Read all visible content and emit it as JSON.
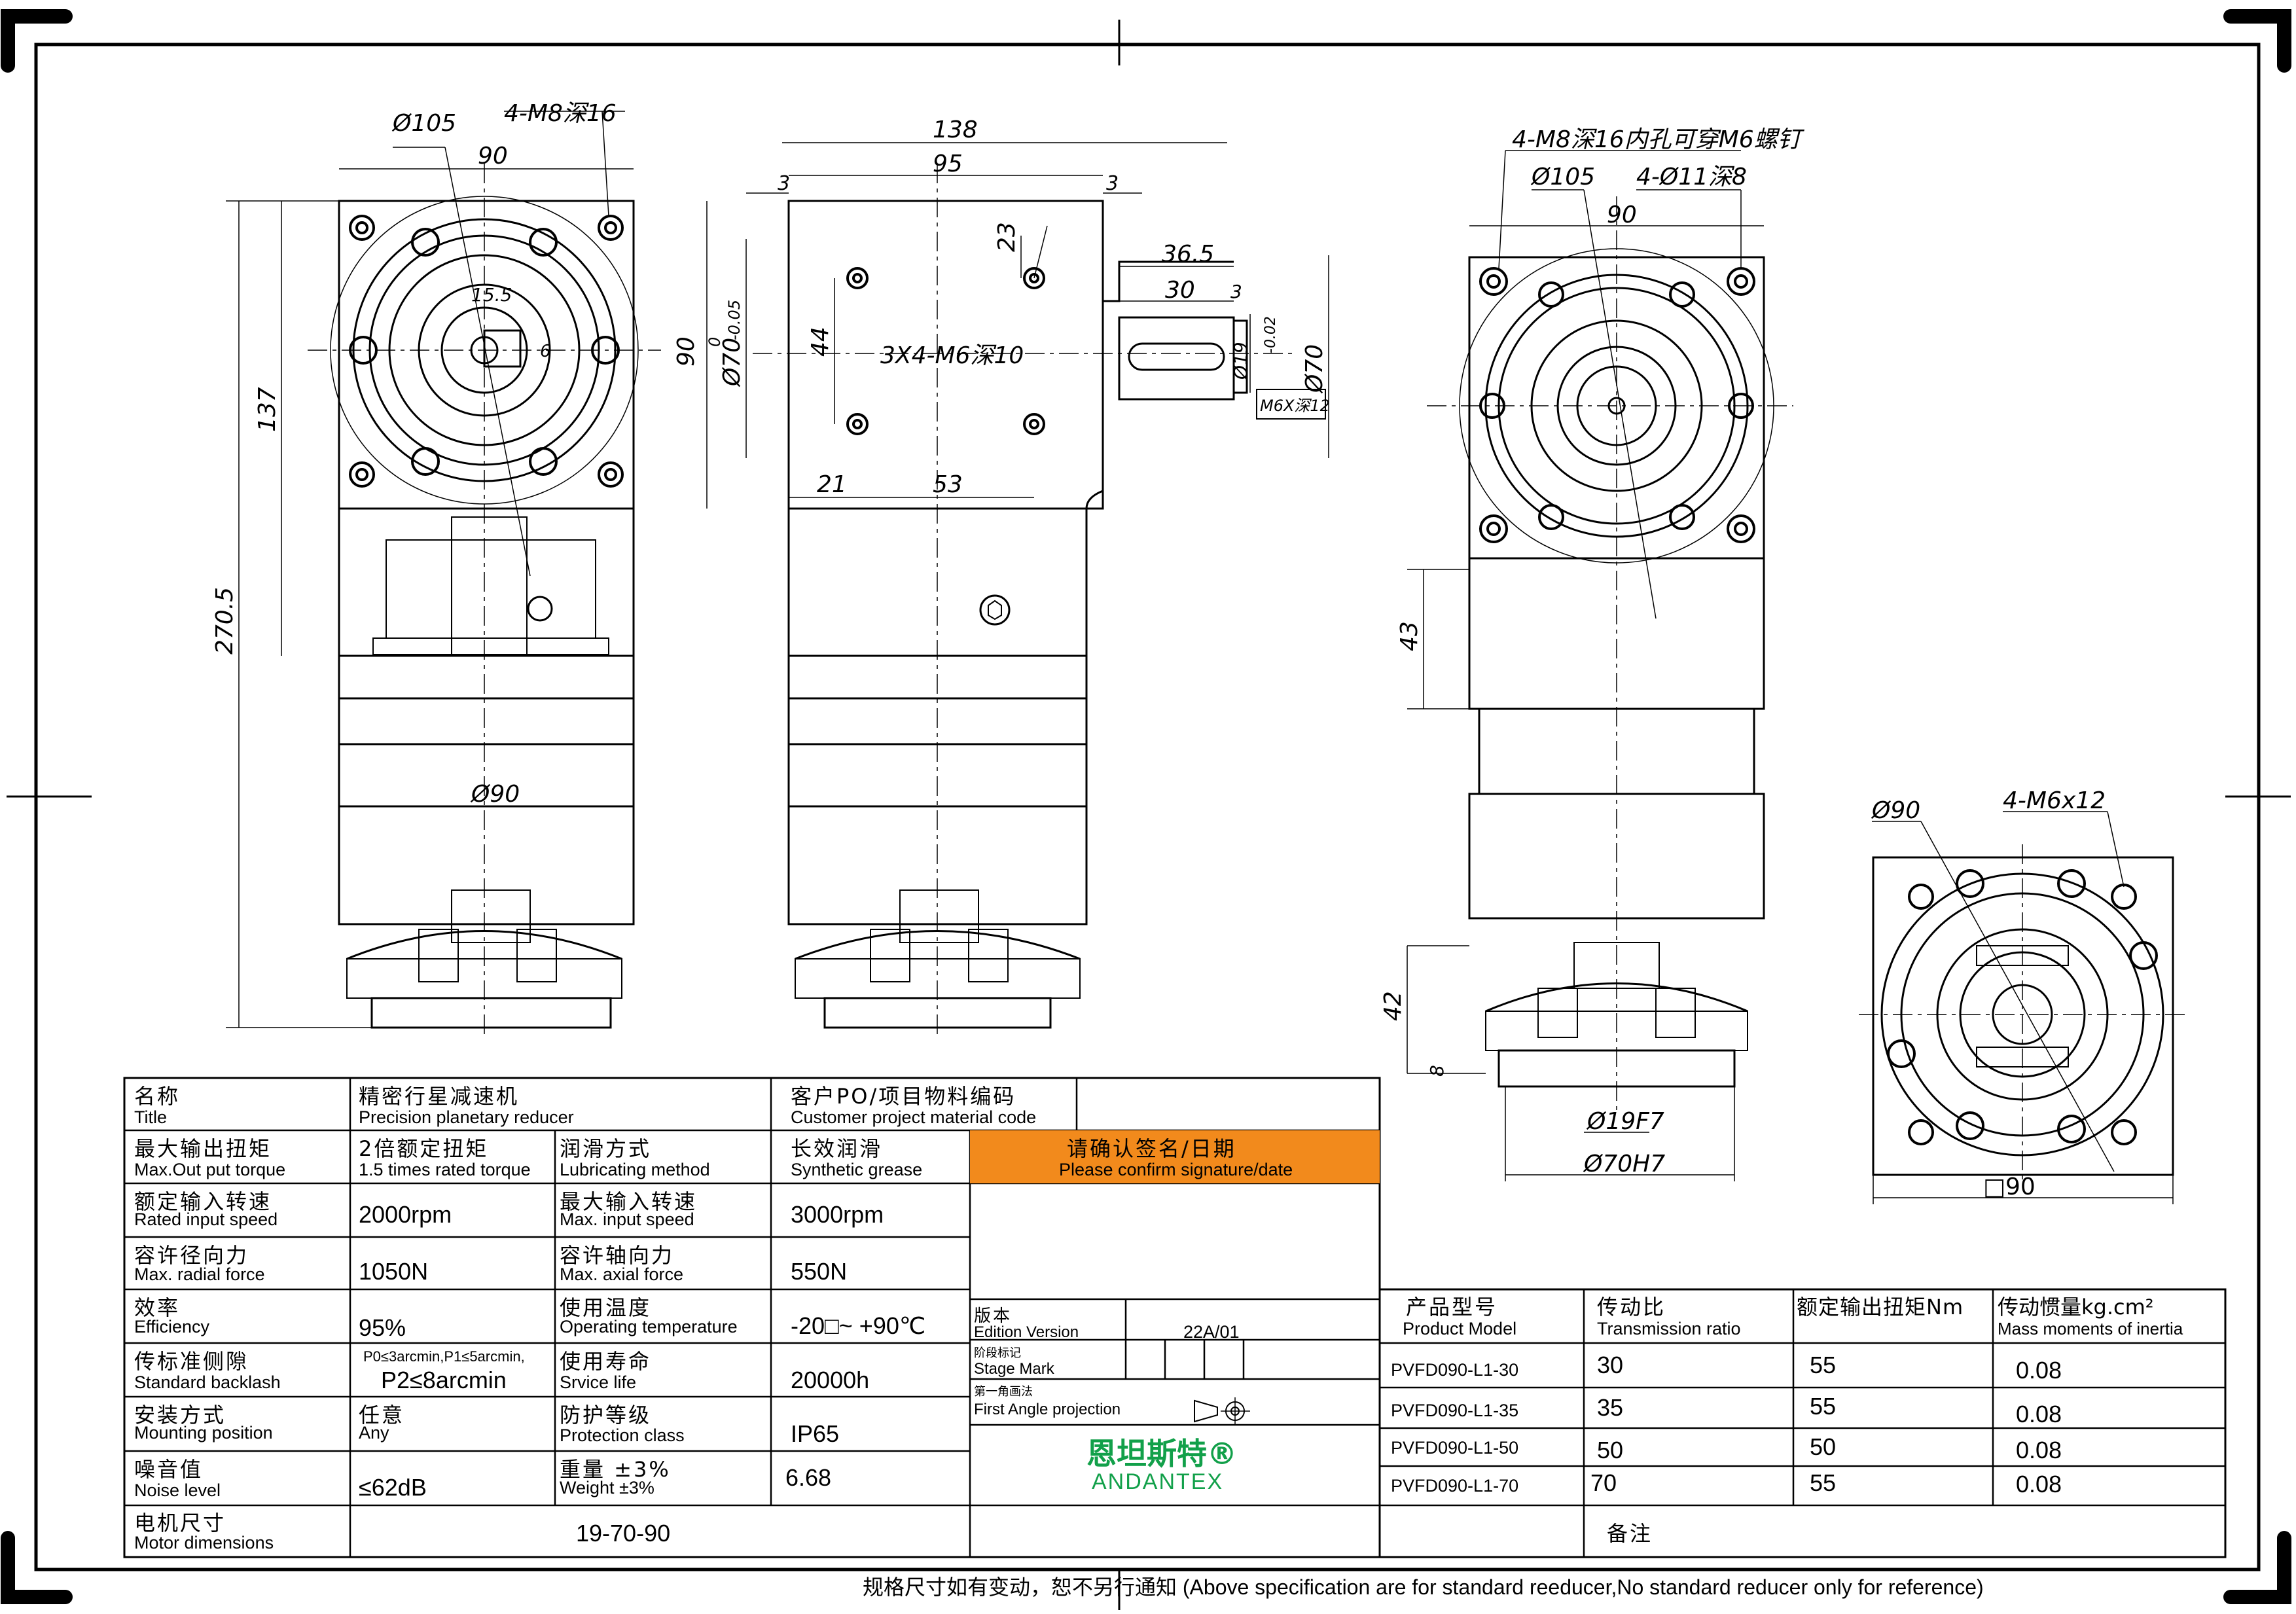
{
  "dimensions": {
    "front": {
      "d105": "Ø105",
      "holes": "4-M8深16",
      "w90": "90",
      "h90": "90",
      "h137": "137",
      "h270": "270.5",
      "s15": "15.5",
      "s6": "6",
      "d90": "Ø90"
    },
    "side": {
      "w138": "138",
      "w95": "95",
      "g3a": "3",
      "g3b": "3",
      "d70": "Ø70",
      "tol": "-0.05",
      "tol0": "0",
      "v23": "23",
      "v44": "44",
      "tap": "3X4-M6深10",
      "v21": "21",
      "v53": "53",
      "s365": "36.5",
      "s30": "30",
      "s3": "3",
      "d19": "Ø19",
      "d19tol": "-0.02",
      "d70b": "Ø70",
      "m6": "M6X深12"
    },
    "right": {
      "holes": "4-M8深16内孔可穿M6螺钉",
      "d105": "Ø105",
      "h11": "4-Ø11深8",
      "w90": "90",
      "v43": "43",
      "v42": "42",
      "v8": "8",
      "d19f7": "Ø19F7",
      "d70h7": "Ø70H7"
    },
    "flange": {
      "d90": "Ø90",
      "holes": "4-M6x12",
      "sq90": "□90"
    }
  },
  "table": {
    "title_cn": "名称",
    "title_en": "Title",
    "product_cn": "精密行星减速机",
    "product_en": "Precision planetary reducer",
    "po_cn": "客户PO/项目物料编码",
    "po_en": "Customer project material code",
    "torque_cn": "最大输出扭矩",
    "torque_en": "Max.Out put torque",
    "torque_val_cn": "2倍额定扭矩",
    "torque_val_en": "1.5 times rated torque",
    "lube_cn": "润滑方式",
    "lube_en": "Lubricating method",
    "lube_val_cn": "长效润滑",
    "lube_val_en": "Synthetic grease",
    "confirm_cn": "请确认签名/日期",
    "confirm_en": "Please confirm signature/date",
    "rin_cn": "额定输入转速",
    "rin_en": "Rated input speed",
    "rin_val": "2000rpm",
    "min_cn": "最大输入转速",
    "min_en": "Max. input speed",
    "min_val": "3000rpm",
    "radial_cn": "容许径向力",
    "radial_en": "Max. radial force",
    "radial_val": "1050N",
    "axial_cn": "容许轴向力",
    "axial_en": "Max. axial force",
    "axial_val": "550N",
    "eff_cn": "效率",
    "eff_en": "Efficiency",
    "eff_val": "95%",
    "temp_cn": "使用温度",
    "temp_en": "Operating temperature",
    "temp_val": "-20□~ +90℃",
    "back_cn": "传标准侧隙",
    "back_en": "Standard backlash",
    "back_small": "P0≤3arcmin,P1≤5arcmin,",
    "back_val": "P2≤8arcmin",
    "life_cn": "使用寿命",
    "life_en": "Srvice life",
    "life_val": "20000h",
    "mount_cn": "安装方式",
    "mount_en": "Mounting position",
    "mount_val_cn": "任意",
    "mount_val_en": "Any",
    "prot_cn": "防护等级",
    "prot_en": "Protection class",
    "prot_val": "IP65",
    "noise_cn": "噪音值",
    "noise_en": "Noise level",
    "noise_val": "≤62dB",
    "weight_cn": "重量 ±3%",
    "weight_en": "Weight ±3%",
    "weight_val": "6.68",
    "motor_cn": "电机尺寸",
    "motor_en": "Motor dimensions",
    "motor_val": "19-70-90",
    "edition_cn": "版本",
    "edition_en": "Edition Version",
    "edition_val": "22A/01",
    "stage_cn": "阶段标记",
    "stage_en": "Stage Mark",
    "proj_cn": "第一角画法",
    "proj_en": "First Angle projection",
    "brand_cn": "恩坦斯特®",
    "brand_en": "ANDANTEX",
    "model_cn": "产品型号",
    "model_en": "Product Model",
    "ratio_cn": "传动比",
    "ratio_en": "Transmission ratio",
    "rtorque_cn": "额定输出扭矩Nm",
    "inertia_cn": "传动惯量kg.cm²",
    "inertia_en": "Mass moments of inertia",
    "remark_cn": "备注",
    "models": [
      {
        "model": "PVFD090-L1-30",
        "ratio": "30",
        "torque": "55",
        "inertia": "0.08"
      },
      {
        "model": "PVFD090-L1-35",
        "ratio": "35",
        "torque": "55",
        "inertia": "0.08"
      },
      {
        "model": "PVFD090-L1-50",
        "ratio": "50",
        "torque": "50",
        "inertia": "0.08"
      },
      {
        "model": "PVFD090-L1-70",
        "ratio": "70",
        "torque": "55",
        "inertia": "0.08"
      }
    ]
  },
  "footer": "规格尺寸如有变动，恕不另行通知   (Above specification are for standard reeducer,No standard reducer only for reference)"
}
